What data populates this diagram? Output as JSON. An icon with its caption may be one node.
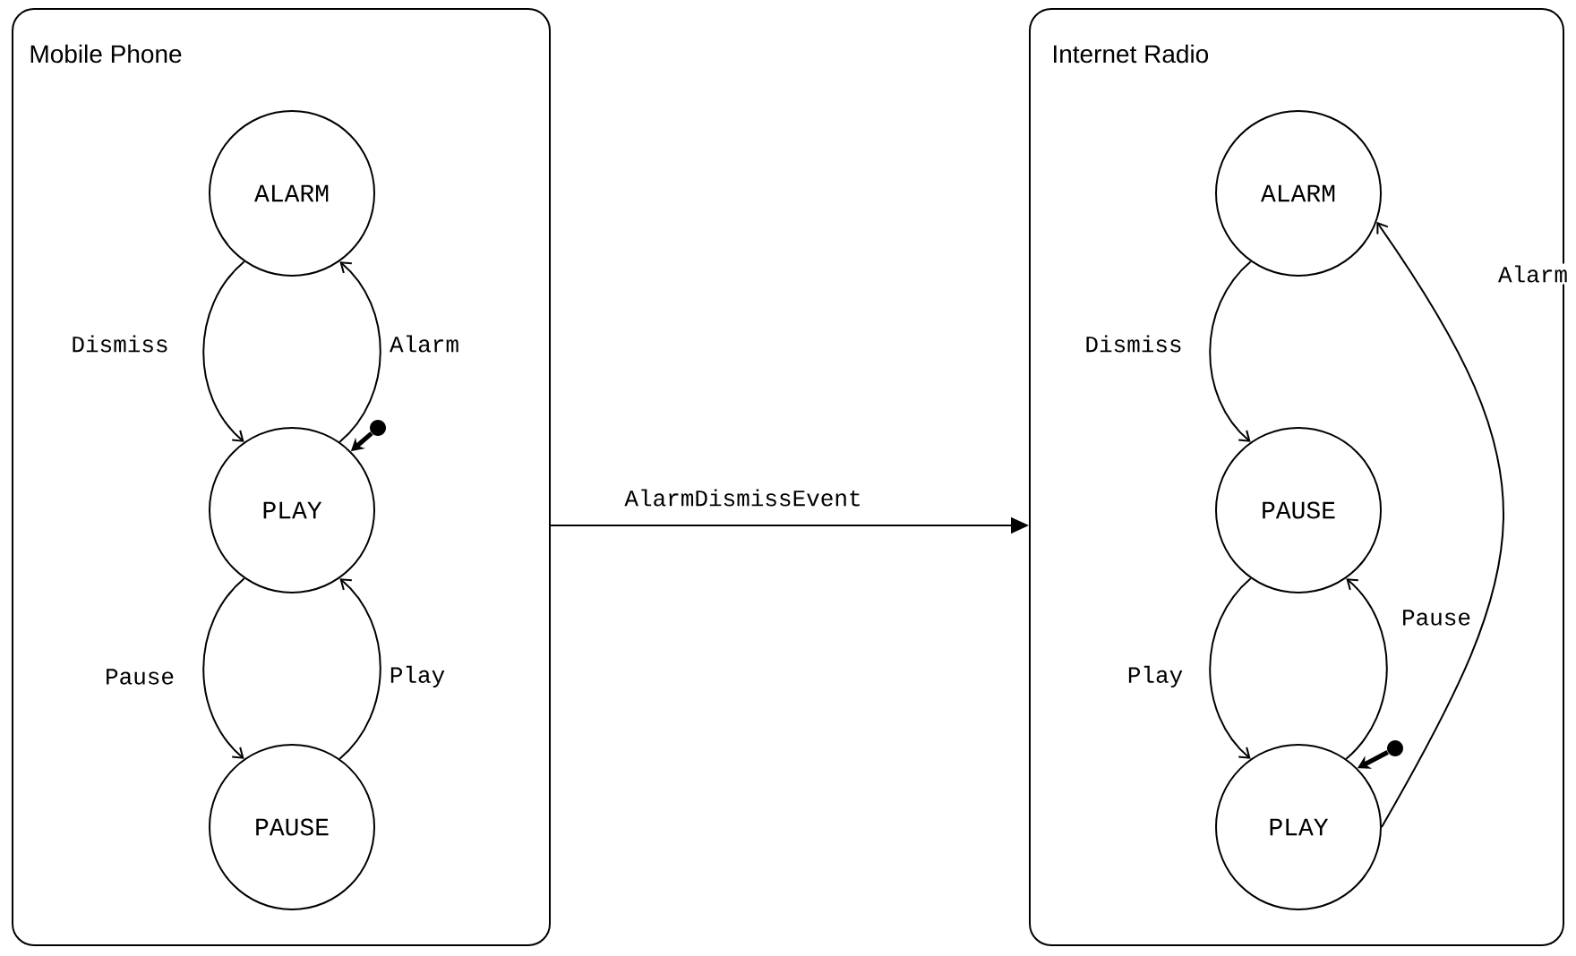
{
  "diagram": {
    "nodes": [
      {
        "text": [
          "Mobile Phone"
        ]
      },
      {
        "text": [
          "ALARM"
        ],
        "in": 0
      },
      {
        "text": [
          "PLAY"
        ],
        "in": 0
      },
      {
        "text": [
          "PAUSE"
        ],
        "in": 0
      },
      {
        "text": [
          "Internet Radio"
        ]
      },
      {
        "text": [
          "ALARM"
        ],
        "in": 4
      },
      {
        "text": [
          "PAUSE"
        ],
        "in": 4
      },
      {
        "text": [
          "PLAY"
        ],
        "in": 4
      },
      {
        "text": [],
        "shape": "circle",
        "in": 0
      },
      {
        "text": [],
        "shape": "circle",
        "in": 4
      }
    ],
    "edges": [
      {
        "from": 1,
        "to": 2,
        "arrow": "to",
        "label": "Dismiss"
      },
      {
        "from": 2,
        "to": 1,
        "arrow": "to",
        "label": "Alarm"
      },
      {
        "from": 2,
        "to": 3,
        "arrow": "to",
        "label": "Pause"
      },
      {
        "from": 3,
        "to": 2,
        "arrow": "to",
        "label": "Play"
      },
      {
        "from": 0,
        "to": 4,
        "arrow": "to",
        "label": "AlarmDismissEvent"
      },
      {
        "from": 5,
        "to": 6,
        "arrow": "to",
        "label": "Dismiss"
      },
      {
        "from": 6,
        "to": 7,
        "arrow": "to",
        "label": "Play"
      },
      {
        "from": 7,
        "to": 6,
        "arrow": "to",
        "label": "Pause"
      },
      {
        "from": 7,
        "to": 5,
        "arrow": "to",
        "label": "Alarm"
      },
      {
        "from": 8,
        "to": 2,
        "arrow": "to",
        "style": "thick"
      },
      {
        "from": 9,
        "to": 7,
        "arrow": "to",
        "style": "thick"
      }
    ]
  }
}
